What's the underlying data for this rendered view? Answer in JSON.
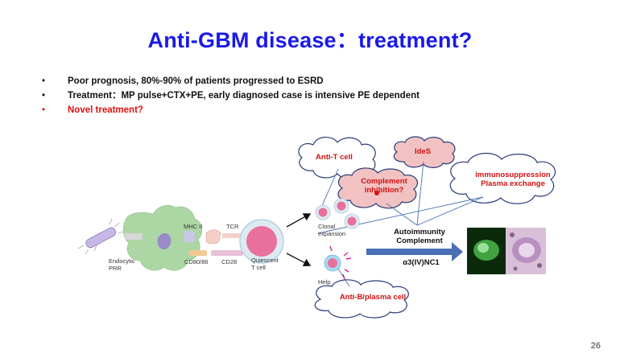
{
  "slide": {
    "title": "Anti-GBM disease：treatment?",
    "page_number": "26",
    "bullets": [
      {
        "text": "Poor prognosis, 80%-90% of patients progressed to ESRD",
        "color": "#111111"
      },
      {
        "text": "Treatment：MP pulse+CTX+PE,  early diagnosed case is intensive PE dependent",
        "color": "#111111"
      },
      {
        "text": "Novel treatment?",
        "color": "#e01010"
      }
    ],
    "bullet_symbol": "•"
  },
  "diagram": {
    "clouds": {
      "anti_t_cell": "Anti-T cell",
      "ides": "IdeS",
      "complement_inhibition": "Complement inhibition?",
      "immunosuppression_line1": "immunosuppression",
      "immunosuppression_line2": "Plasma exchange",
      "anti_b_plasma": "Anti-B/plasma cell"
    },
    "labels": {
      "endocytic": "Endocytic",
      "prr": "PRR",
      "mhc_ii": "MHC II",
      "tcr": "TCR",
      "cd80_86": "CD80/86",
      "cd28": "CD28",
      "quiescent": "Quiescent",
      "t_cell": "T cell",
      "clonal": "Clonal",
      "expansion": "expansion",
      "help": "Help",
      "autoimmunity": "Autoimmunity",
      "complement": "Complement",
      "antigen": "α3(IV)NC1"
    },
    "colors": {
      "title_blue": "#1a1ae6",
      "accent_red": "#e01010",
      "cloud_fill": "#f2c2c2",
      "arrow_blue": "#4a6fb5",
      "cell_pink": "#e8709a"
    }
  }
}
